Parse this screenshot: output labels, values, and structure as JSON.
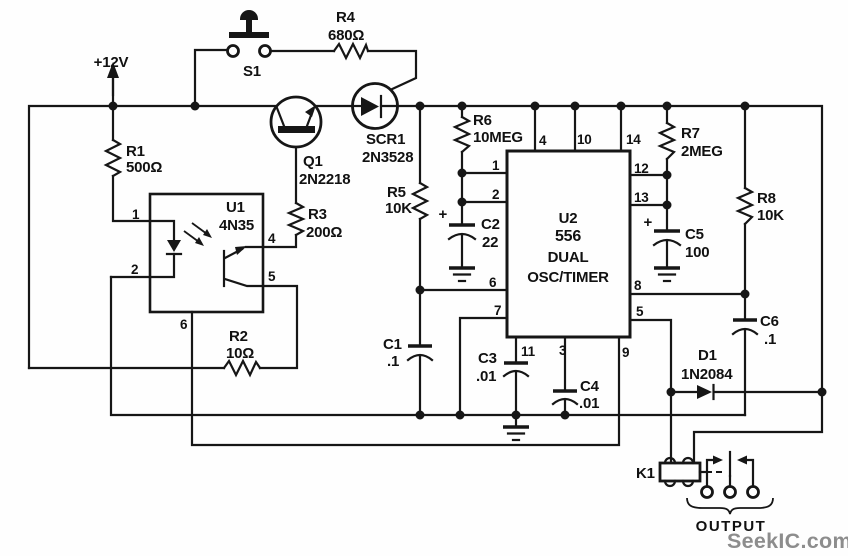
{
  "labels": {
    "power": "+12V",
    "output": "OUTPUT",
    "watermark": "SeekIC.com"
  },
  "parts": {
    "s1": {
      "ref": "S1"
    },
    "r1": {
      "ref": "R1",
      "value": "500Ω"
    },
    "r2": {
      "ref": "R2",
      "value": "10Ω"
    },
    "r3": {
      "ref": "R3",
      "value": "200Ω"
    },
    "r4": {
      "ref": "R4",
      "value": "680Ω"
    },
    "r5": {
      "ref": "R5",
      "value": "10K"
    },
    "r6": {
      "ref": "R6",
      "value": "10MEG"
    },
    "r7": {
      "ref": "R7",
      "value": "2MEG"
    },
    "r8": {
      "ref": "R8",
      "value": "10K"
    },
    "c1": {
      "ref": "C1",
      "value": ".1"
    },
    "c2": {
      "ref": "C2",
      "value": "22",
      "plus": "+"
    },
    "c3": {
      "ref": "C3",
      "value": ".01"
    },
    "c4": {
      "ref": "C4",
      "value": ".01"
    },
    "c5": {
      "ref": "C5",
      "value": "100",
      "plus": "+"
    },
    "c6": {
      "ref": "C6",
      "value": ".1"
    },
    "q1": {
      "ref": "Q1",
      "value": "2N2218"
    },
    "scr1": {
      "ref": "SCR1",
      "value": "2N3528"
    },
    "d1": {
      "ref": "D1",
      "value": "1N2084"
    },
    "k1": {
      "ref": "K1"
    },
    "u1": {
      "ref": "U1",
      "value": "4N35"
    },
    "u2": {
      "ref": "U2",
      "value": "556",
      "desc1": "DUAL",
      "desc2": "OSC/TIMER"
    }
  },
  "u1_pins": {
    "p1": "1",
    "p2": "2",
    "p4": "4",
    "p5": "5",
    "p6": "6"
  },
  "u2_pins": {
    "p1": "1",
    "p2": "2",
    "p3": "3",
    "p4": "4",
    "p5": "5",
    "p6": "6",
    "p7": "7",
    "p8": "8",
    "p9": "9",
    "p10": "10",
    "p11": "11",
    "p12": "12",
    "p13": "13",
    "p14": "14"
  }
}
